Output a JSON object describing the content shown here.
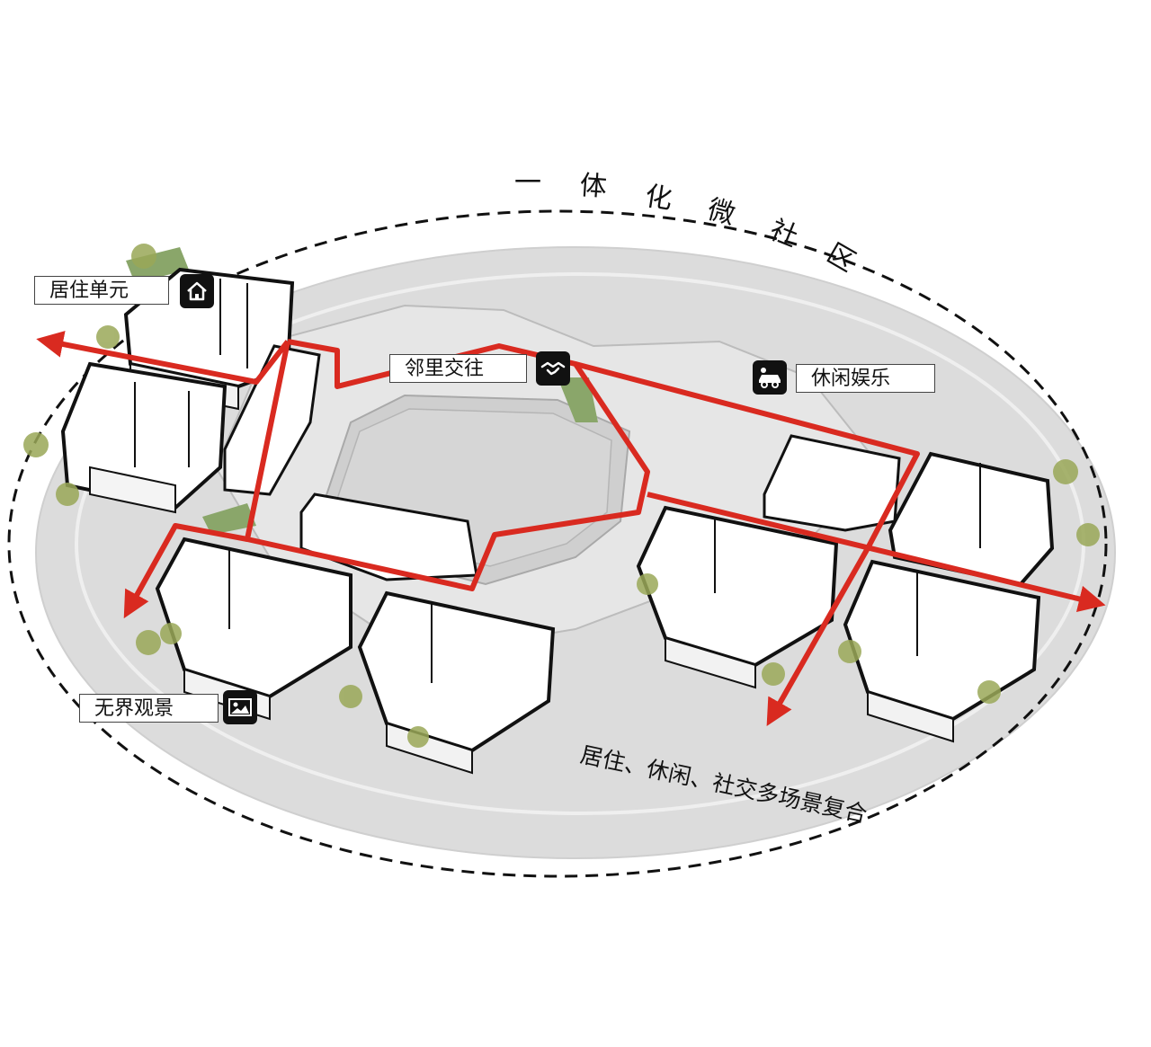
{
  "title_chars": [
    "一",
    "体",
    "化",
    "微",
    "社",
    "区"
  ],
  "caption": "居住、休闲、社交多场景复合",
  "labels": {
    "residential_unit": "居住单元",
    "neighbor_interaction": "邻里交往",
    "leisure": "休闲娱乐",
    "open_view": "无界观景"
  },
  "icons": {
    "residential_unit": "home-icon",
    "neighbor_interaction": "handshake-icon",
    "leisure": "leisure-cart-icon",
    "open_view": "landscape-picture-icon"
  },
  "colors": {
    "route": "#d92a20",
    "ground": "#d9d9d9",
    "ground_edge": "#c4c4c4",
    "building_wall": "#ffffff",
    "building_outline": "#111111",
    "greenery": "#8aa66a",
    "tree": "#9aa858"
  }
}
